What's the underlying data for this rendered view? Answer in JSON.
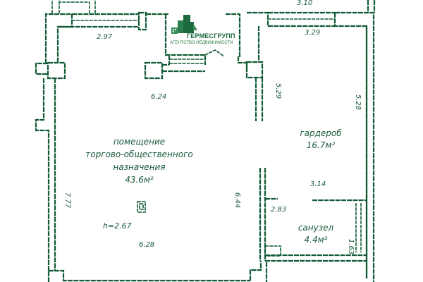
{
  "logo": {
    "name": "ГЕРМЕСГРУПП",
    "subtitle": "АГЕНТСТВО НЕДВИЖИМОСТИ",
    "color": "#1d6a3f"
  },
  "colors": {
    "wall": "#0f5a34",
    "text": "#1a5a3a",
    "background": "#ffffff"
  },
  "rooms": [
    {
      "id": "main-hall",
      "name_lines": [
        "помещение",
        "торгово-общественного",
        "назначения"
      ],
      "area": "43.6м²",
      "ceiling_height": "h=2.67"
    },
    {
      "id": "wardrobe",
      "name_lines": [
        "гардероб"
      ],
      "area": "16.7м²"
    },
    {
      "id": "bathroom",
      "name_lines": [
        "санузел"
      ],
      "area": "4.4м²"
    }
  ],
  "dimensions": {
    "top_outer_right": "3.10",
    "top_left": "2.97",
    "top_right": "3.29",
    "hall_top": "6.24",
    "hall_bottom": "6.28",
    "hall_left": "7.77",
    "hall_right": "6.44",
    "wardrobe_left": "5.29",
    "wardrobe_right": "5.28",
    "wardrobe_bottom": "3.14",
    "bath_top": "2.83",
    "bath_right": "1.63"
  }
}
